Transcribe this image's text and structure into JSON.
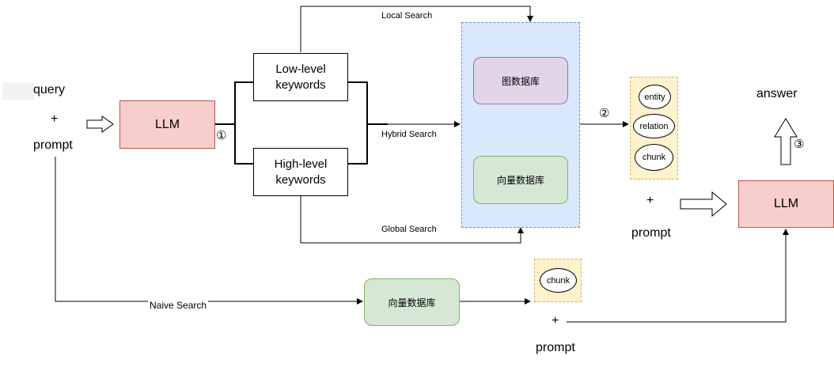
{
  "input": {
    "query": "query",
    "plus": "+",
    "prompt": "prompt"
  },
  "llm_left": "LLM",
  "llm_right": "LLM",
  "low_level": [
    "Low-level",
    "keywords"
  ],
  "high_level": [
    "High-level",
    "keywords"
  ],
  "graph_db": "图数据库",
  "vector_db": "向量数据库",
  "vector_db_bottom": "向量数据库",
  "search": {
    "local": "Local Search",
    "hybrid": "Hybrid Search",
    "global": "Global Search",
    "naive": "Naive Search"
  },
  "markers": {
    "one": "①",
    "two": "②",
    "three": "③"
  },
  "retrieved": {
    "entity": "entity",
    "relation": "relation",
    "chunk": "chunk"
  },
  "mid_prompt": {
    "plus": "+",
    "prompt": "prompt"
  },
  "bottom_chunk": "chunk",
  "bottom_prompt": {
    "plus": "+",
    "prompt": "prompt"
  },
  "answer": "answer",
  "colors": {
    "llm_fill": "#f8cecc",
    "graph_db_fill": "#e1d5e7",
    "vector_db_fill": "#d5e8d4",
    "store_region_fill": "#dae8fc",
    "result_region_fill": "#fff2cc"
  }
}
